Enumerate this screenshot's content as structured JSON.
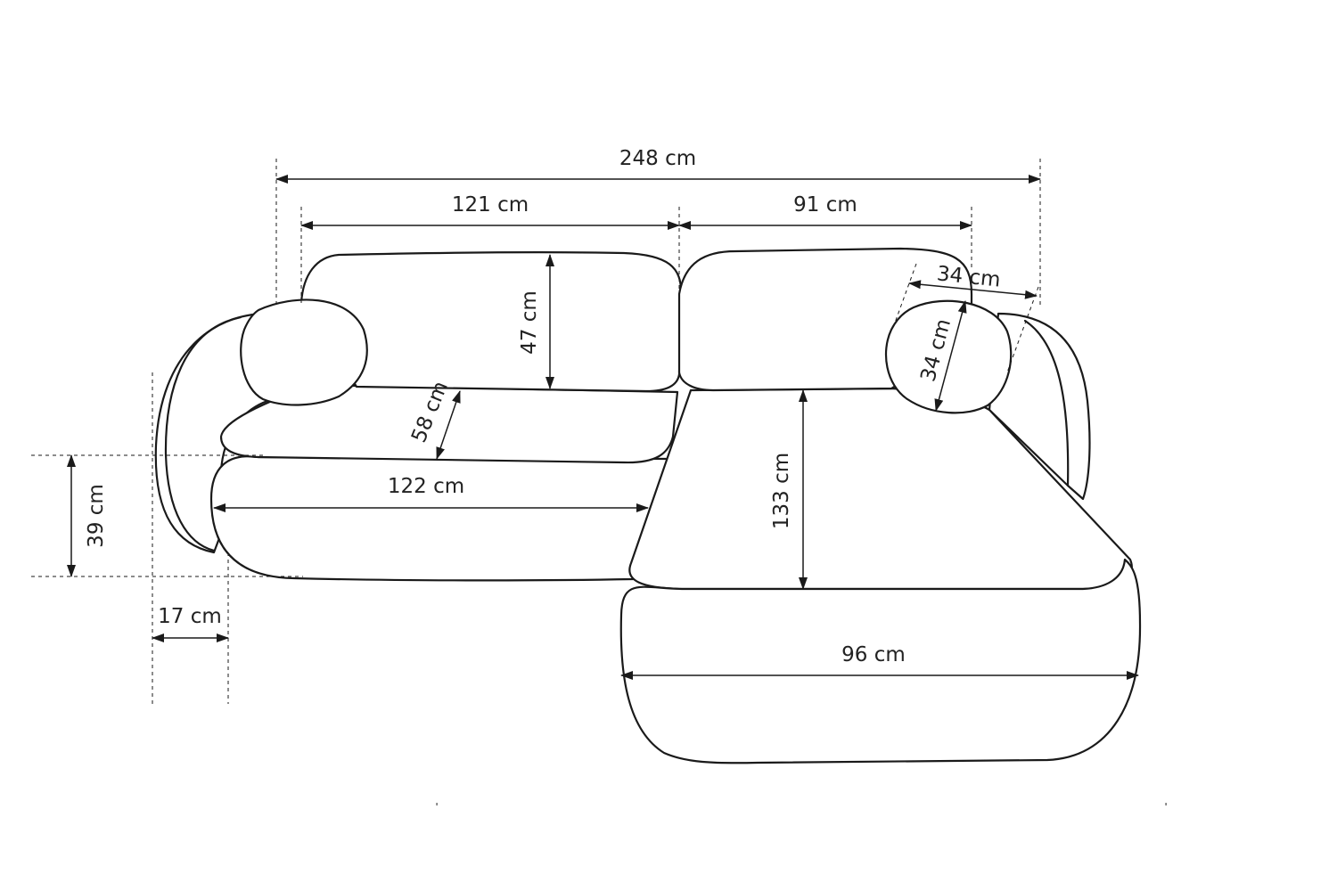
{
  "colors": {
    "line": "#1a1a1a",
    "text": "#222222",
    "background": "#ffffff"
  },
  "dimensions": {
    "total_width": "248 cm",
    "left_back_width": "121 cm",
    "right_back_width": "91 cm",
    "back_cushion_height": "47 cm",
    "seat_depth": "58 cm",
    "seat_width": "122 cm",
    "seat_height": "39 cm",
    "armrest_width": "17 cm",
    "chaise_length": "133 cm",
    "chaise_width": "96 cm",
    "pillow_width": "34 cm",
    "pillow_height": "34 cm"
  }
}
